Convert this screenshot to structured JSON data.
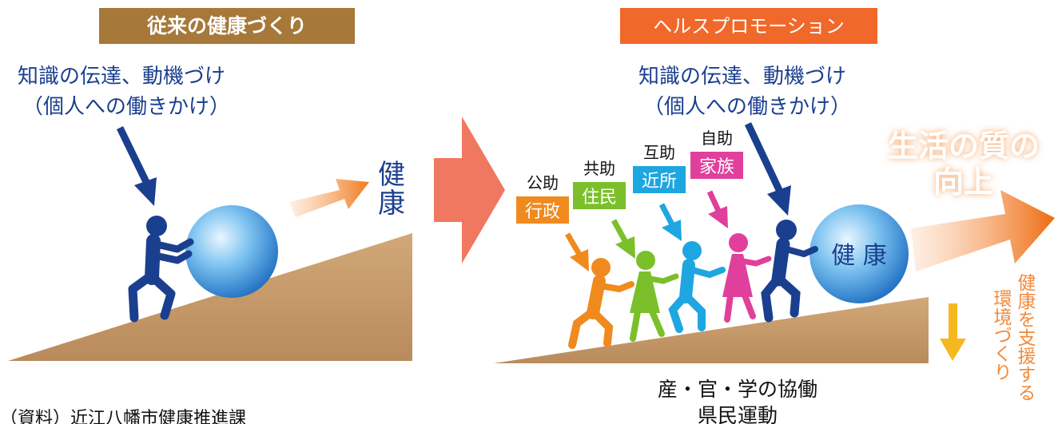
{
  "left": {
    "banner": "従来の健康づくり",
    "knowledge_line1": "知識の伝達、動機づけ",
    "knowledge_line2": "（個人への働きかけ）",
    "health_char1": "健",
    "health_char2": "康"
  },
  "right": {
    "banner": "ヘルスプロモーション",
    "knowledge_line1": "知識の伝達、動機づけ",
    "knowledge_line2": "（個人への働きかけ）",
    "quality_line1": "生活の質の",
    "quality_line2": "向上",
    "ball_label": "健 康",
    "groups": [
      {
        "top": "公助",
        "label": "行政",
        "color": "#f08a1e"
      },
      {
        "top": "共助",
        "label": "住民",
        "color": "#7bbf2a"
      },
      {
        "top": "互助",
        "label": "近所",
        "color": "#1ea6e0"
      },
      {
        "top": "自助",
        "label": "家族",
        "color": "#e0409c"
      }
    ],
    "support_col1": "健康を支援する",
    "support_col2": "環境づくり",
    "bottom_line1": "産・官・学の協働",
    "bottom_line2": "県民運動"
  },
  "source": "（資料）近江八幡市健康推進課",
  "colors": {
    "banner_left": "#a6783a",
    "banner_right": "#f0682a",
    "dark_blue": "#1b3f8f",
    "slope": "#c49a6c",
    "center_arrow": "#f07860",
    "orange_text": "#f28a3c",
    "yellow_arrow": "#f5b820"
  }
}
